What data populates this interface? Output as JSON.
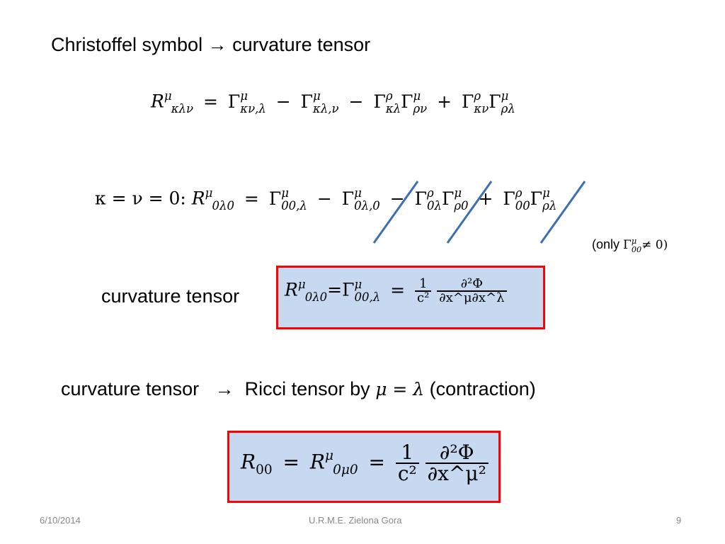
{
  "slide": {
    "title": "Christoffel symbol → curvature tensor",
    "eq1": {
      "lhs_base": "R",
      "lhs_sup": "μ",
      "lhs_sub": "κλν",
      "eq": "=",
      "t1_base": "Γ",
      "t1_sup": "μ",
      "t1_sub": "κν,λ",
      "minus1": "−",
      "t2_base": "Γ",
      "t2_sup": "μ",
      "t2_sub": "κλ,ν",
      "minus2": "−",
      "t3a_base": "Γ",
      "t3a_sup": "ρ",
      "t3a_sub": "κλ",
      "t3b_base": "Γ",
      "t3b_sup": "μ",
      "t3b_sub": "ρν",
      "plus": "+",
      "t4a_base": "Γ",
      "t4a_sup": "ρ",
      "t4a_sub": "κν",
      "t4b_base": "Γ",
      "t4b_sup": "μ",
      "t4b_sub": "ρλ"
    },
    "eq2": {
      "condition": "κ = ν = 0:",
      "lhs_base": "R",
      "lhs_sup": "μ",
      "lhs_sub": "0λ0",
      "eq": "=",
      "t1_base": "Γ",
      "t1_sup": "μ",
      "t1_sub": "00,λ",
      "minus1": "−",
      "t2_base": "Γ",
      "t2_sup": "μ",
      "t2_sub": "0λ,0",
      "minus2": "−",
      "t3a_base": "Γ",
      "t3a_sup": "ρ",
      "t3a_sub": "0λ",
      "t3b_base": "Γ",
      "t3b_sup": "μ",
      "t3b_sub": "ρ0",
      "plus": "+",
      "t4a_base": "Γ",
      "t4a_sup": "ρ",
      "t4a_sub": "00",
      "t4b_base": "Γ",
      "t4b_sup": "μ",
      "t4b_sub": "ρλ"
    },
    "note": {
      "open": "(only",
      "base": "Γ",
      "sup": "μ",
      "sub": "00",
      "rest": "≠ 0)"
    },
    "curvature": {
      "label": "curvature tensor",
      "lhs_base": "R",
      "lhs_sup": "μ",
      "lhs_sub": "0λ0",
      "eq1": "=",
      "g_base": "Γ",
      "g_sup": "μ",
      "g_sub": "00,λ",
      "eq2": "=",
      "frac1_num": "1",
      "frac1_den": "c²",
      "frac2_num": "∂²Φ",
      "frac2_den": "∂x^μ∂x^λ"
    },
    "ricci_line": {
      "part1": "curvature tensor",
      "arrow": "→",
      "part2": "Ricci tensor by",
      "math": "μ = λ",
      "part3": "(contraction)"
    },
    "ricci": {
      "lhs": "R",
      "lhs_sub": "00",
      "eq1": "=",
      "r_base": "R",
      "r_sup": "μ",
      "r_sub": "0μ0",
      "eq2": "=",
      "frac1_num": "1",
      "frac1_den": "c²",
      "frac2_num": "∂²Φ",
      "frac2_den": "∂x^μ²"
    }
  },
  "footer": {
    "date": "6/10/2014",
    "center": "U.R.M.E. Zielona Gora",
    "page": "9"
  },
  "colors": {
    "box_fill": "#c6d9f1",
    "box_border": "#ff0000",
    "strike": "#3d6eb4"
  }
}
